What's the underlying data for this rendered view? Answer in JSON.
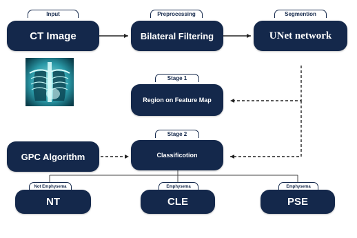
{
  "tags": {
    "input": "Input",
    "preprocessing": "Preprocessing",
    "segmentation": "Segmention",
    "stage1": "Stage 1",
    "stage2": "Stage 2",
    "not_emphysema": "Not Emphysema",
    "emphysema_cle": "Emphysema",
    "emphysema_pse": "Emphysema"
  },
  "nodes": {
    "ct_image": "CT Image",
    "bilateral_filtering": "Bilateral Filtering",
    "unet_network": "UNet network",
    "region_feature_map": "Region on Feature Map",
    "gpc_algorithm": "GPC Algorithm",
    "classification": "Classificotion",
    "nt": "NT",
    "cle": "CLE",
    "pse": "PSE"
  },
  "colors": {
    "node_fill": "#14284b",
    "node_text": "#ffffff",
    "arrow": "#222222"
  },
  "icons": {
    "ct_scan": "chest-xray-image"
  }
}
